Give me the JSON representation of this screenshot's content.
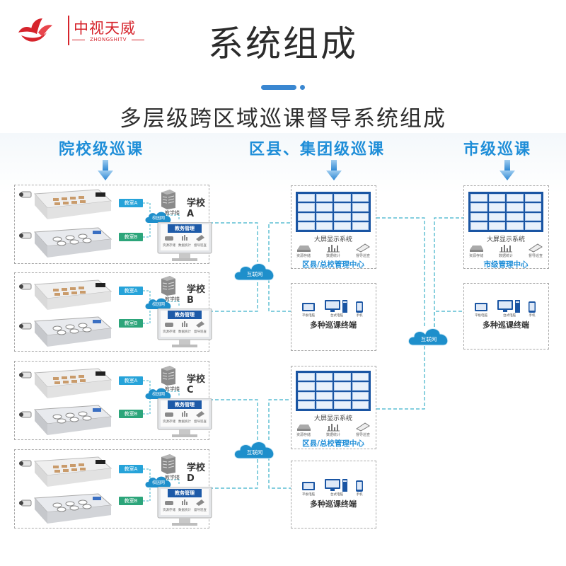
{
  "brand": {
    "name_cn": "中视天威",
    "name_en": "ZHONGSHITV",
    "color": "#d6242c"
  },
  "header": {
    "title": "系统组成",
    "subtitle": "多层级跨区域巡课督导系统组成",
    "accent": "#3a87d1"
  },
  "levels": [
    {
      "label": "院校级巡课"
    },
    {
      "label": "区县、集团级巡课"
    },
    {
      "label": "市级巡课"
    }
  ],
  "schools": [
    {
      "name": "学校A",
      "room_a": "教室A",
      "room_b": "教室B",
      "campus_net": "校园网",
      "building": "教学楼",
      "admin": "教务管理",
      "admin_items": [
        "资源存储",
        "数据统计",
        "督导巡查"
      ]
    },
    {
      "name": "学校B",
      "room_a": "教室A",
      "room_b": "教室B",
      "campus_net": "校园网",
      "building": "教学楼",
      "admin": "教务管理",
      "admin_items": [
        "资源存储",
        "数据统计",
        "督导巡查"
      ]
    },
    {
      "name": "学校C",
      "room_a": "教室A",
      "room_b": "教室B",
      "campus_net": "校园网",
      "building": "教学楼",
      "admin": "教务管理",
      "admin_items": [
        "资源存储",
        "数据统计",
        "督导巡查"
      ]
    },
    {
      "name": "学校D",
      "room_a": "教室A",
      "room_b": "教室B",
      "campus_net": "校园网",
      "building": "教学楼",
      "admin": "教务管理",
      "admin_items": [
        "资源存储",
        "数据统计",
        "督导巡查"
      ]
    }
  ],
  "internet_label": "互联网",
  "centers": [
    {
      "wall": "大屏显示系统",
      "services": [
        "资源存储",
        "数据统计",
        "督导巡查"
      ],
      "name": "区县/总校管理中心"
    },
    {
      "wall": "大屏显示系统",
      "services": [
        "资源存储",
        "数据统计",
        "督导巡查"
      ],
      "name": "区县/总校管理中心"
    },
    {
      "wall": "大屏显示系统",
      "services": [
        "资源存储",
        "数据统计",
        "督导巡查"
      ],
      "name": "市级管理中心"
    }
  ],
  "terminals": {
    "label": "多种巡课终端",
    "devices": [
      "平板电脑",
      "台式电脑",
      "手机"
    ]
  },
  "colors": {
    "level_heading": "#1f8ed8",
    "cloud": "#1e8fcb",
    "wall": "#1a55a3",
    "link": "#3bb1c9",
    "room_a_tag": "#26a3d9",
    "room_b_tag": "#2ca57a"
  }
}
